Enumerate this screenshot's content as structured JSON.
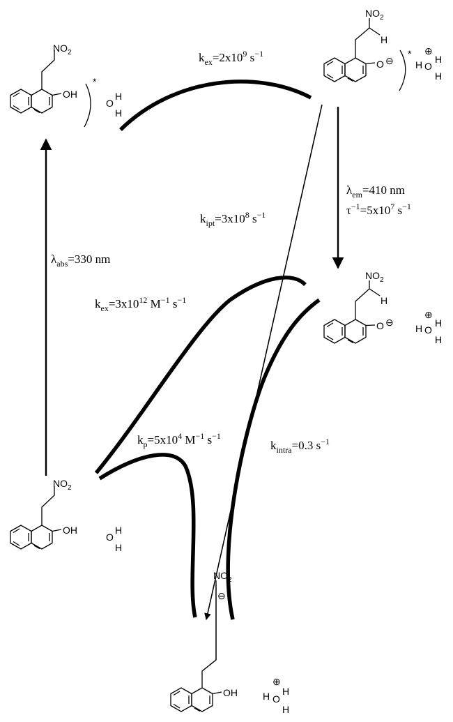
{
  "colors": {
    "ink": "#000000",
    "background": "#ffffff"
  },
  "molecules": {
    "top_left": {
      "substituent": "NO",
      "substituent_sub": "2",
      "phenol": "OH",
      "excited_mark": "*",
      "water_o": "O",
      "water_h1": "H",
      "water_h2": "H"
    },
    "top_right": {
      "substituent": "NO",
      "substituent_sub": "2",
      "h_bond_h": "H",
      "phenolate_o": "O",
      "charge": "⊖",
      "excited_mark": "*",
      "hydronium_h1": "H",
      "hydronium_o": "O",
      "hydronium_h2": "H",
      "hydronium_charge": "⊕"
    },
    "mid_right": {
      "substituent": "NO",
      "substituent_sub": "2",
      "h_bond_h": "H",
      "phenolate_o": "O",
      "charge": "⊖",
      "hydronium_h1": "H",
      "hydronium_o": "O",
      "hydronium_h2": "H",
      "hydronium_charge": "⊕"
    },
    "bottom_left": {
      "substituent": "NO",
      "substituent_sub": "2",
      "phenol": "OH",
      "water_o": "O",
      "water_h1": "H",
      "water_h2": "H"
    },
    "bottom": {
      "substituent": "NO",
      "substituent_sub": "2",
      "carbanion_charge": "⊖",
      "phenol": "OH",
      "hydronium_h1": "H",
      "hydronium_o": "O",
      "hydronium_h2": "H",
      "hydronium_charge": "⊕"
    }
  },
  "rates": {
    "k_ex_top": {
      "sym": "k",
      "sub": "ex",
      "mid": "=2x10",
      "exp": "9",
      "unit": " s",
      "unit_exp": "−1"
    },
    "lambda_em": {
      "sym": "λ",
      "sub": "em",
      "mid": "=410 nm"
    },
    "tau": {
      "sym": "τ",
      "sym_exp": "−1",
      "mid": "=5x10",
      "exp": "7",
      "unit": " s",
      "unit_exp": "−1"
    },
    "k_ipt": {
      "sym": "k",
      "sub": "ipt",
      "mid": "=3x10",
      "exp": "8",
      "unit": " s",
      "unit_exp": "−1"
    },
    "lambda_abs": {
      "sym": "λ",
      "sub": "abs",
      "mid": "=330 nm"
    },
    "k_ex_mid": {
      "sym": "k",
      "sub": "ex",
      "mid": "=3x10",
      "exp": "12",
      "unit": " M",
      "unit_exp": "−1",
      "unit2": " s",
      "unit2_exp": "−1"
    },
    "k_p": {
      "sym": "k",
      "sub": "p",
      "mid": "=5x10",
      "exp": "4",
      "unit": " M",
      "unit_exp": "−1",
      "unit2": " s",
      "unit2_exp": "−1"
    },
    "k_intra": {
      "sym": "k",
      "sub": "intra",
      "mid": "=0.3 s",
      "mid_exp": "−1"
    }
  }
}
